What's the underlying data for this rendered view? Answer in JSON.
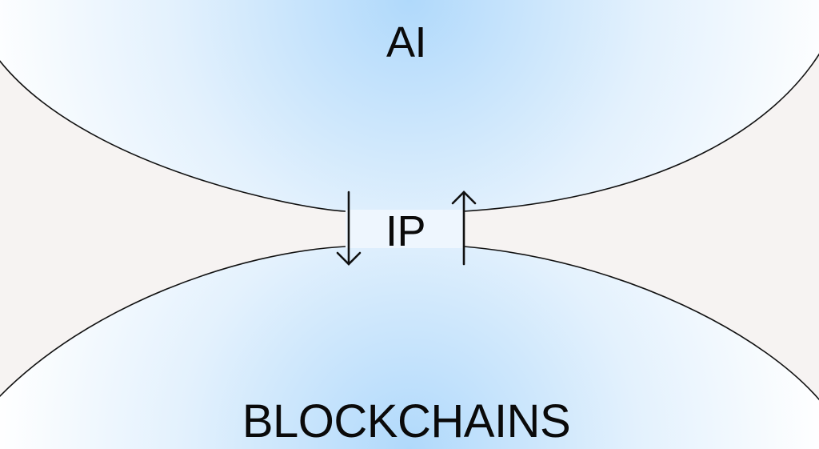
{
  "diagram": {
    "top_label": "AI",
    "center_label": "IP",
    "bottom_label": "BLOCKCHAINS",
    "arrows": [
      {
        "name": "down-arrow",
        "direction": "down",
        "meaning": "AI to Blockchains"
      },
      {
        "name": "up-arrow",
        "direction": "up",
        "meaning": "Blockchains to AI"
      }
    ],
    "colors": {
      "background": "#f6f3f2",
      "region_center": "#b3dcfb",
      "region_edge": "#ffffff",
      "outline": "#111111",
      "text": "#0a0a0a"
    }
  }
}
